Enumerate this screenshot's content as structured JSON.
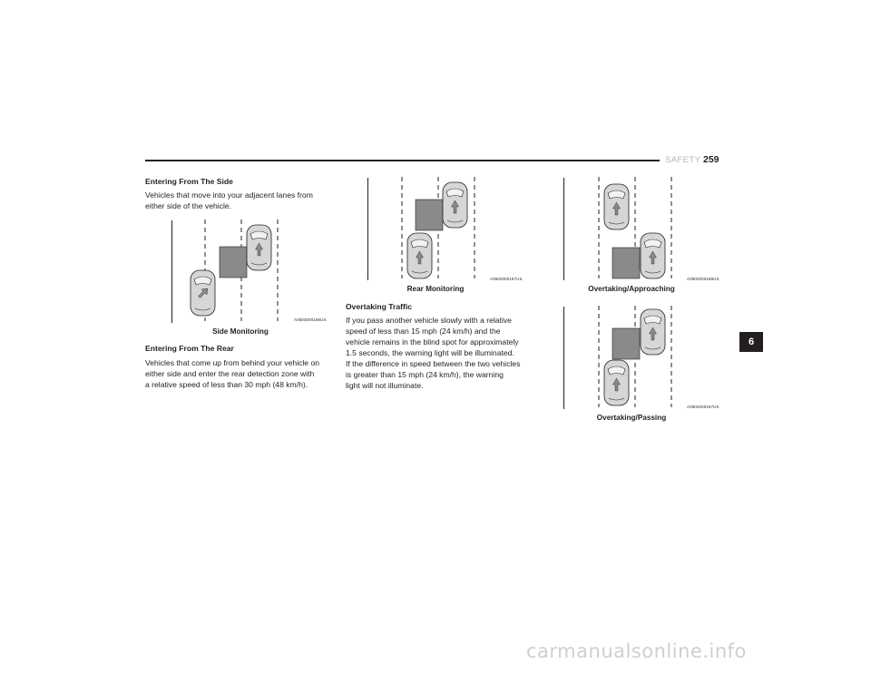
{
  "header": {
    "section": "SAFETY",
    "page_number": "259"
  },
  "left_column": {
    "heading_side": "Entering From The Side",
    "para_side_1": "Vehicles that move into your adjacent lanes from",
    "para_side_2": "either side of the vehicle.",
    "figure_side": {
      "code": "A0503000166US",
      "caption": "Side Monitoring"
    },
    "heading_rear": "Entering From The Rear",
    "para_rear_1": "Vehicles that come up from behind your vehicle on",
    "para_rear_2": "either side and enter the rear detection zone with",
    "para_rear_3": "a relative speed of less than 30 mph (48 km/h)."
  },
  "middle_column": {
    "figure_rear": {
      "code": "A0502000167US",
      "caption": "Rear Monitoring"
    },
    "heading_overtaking": "Overtaking Traffic",
    "para_ot_1": "If you pass another vehicle slowly with a relative",
    "para_ot_2": "speed of less than 15 mph (24 km/h) and the",
    "para_ot_3": "vehicle remains in the blind spot for approximately",
    "para_ot_4": "1.5 seconds, the warning light will be illuminated.",
    "para_ot_5": "If the difference in speed between the two vehicles",
    "para_ot_6": "is greater than 15 mph (24 km/h), the warning",
    "para_ot_7": "light will not illuminate."
  },
  "right_column": {
    "figure_approaching": {
      "code": "A0502000168US",
      "caption": "Overtaking/Approaching"
    },
    "figure_passing": {
      "code": "A0502000167US",
      "caption": "Overtaking/Passing"
    }
  },
  "chapter_tab": "6",
  "watermark": "carmanualsonline.info",
  "colors": {
    "text": "#231f20",
    "car_body": "#d6d6d6",
    "zone": "#8a8a8a",
    "section_gray": "#b5b5b5"
  }
}
